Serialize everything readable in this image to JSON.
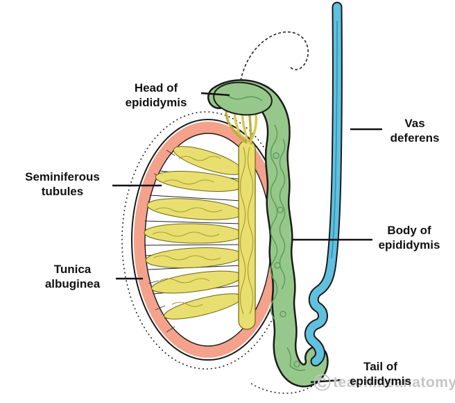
{
  "diagram": {
    "subject": "Testis and epididymis sagittal illustration",
    "background": "#ffffff"
  },
  "colors": {
    "tunica_albuginea_pink": "#f4a28c",
    "seminiferous_yellow": "#e9df70",
    "epididymis_green": "#97c88b",
    "vas_deferens_blue": "#5fc1de",
    "outline_black": "#1a1a1a",
    "watermark_gray": "#c6c6c6"
  },
  "labels": {
    "head": {
      "line1": "Head of",
      "line2": "epididymis"
    },
    "vas": {
      "line1": "Vas",
      "line2": "deferens"
    },
    "seminiferous": {
      "line1": "Seminiferous",
      "line2": "tubules"
    },
    "body": {
      "line1": "Body of",
      "line2": "epididymis"
    },
    "tunica": {
      "line1": "Tunica",
      "line2": "albuginea"
    },
    "tail": {
      "line1": "Tail of",
      "line2": "epididymis"
    }
  },
  "watermark": {
    "copyright": "©",
    "text": "teachmeanatomy"
  }
}
